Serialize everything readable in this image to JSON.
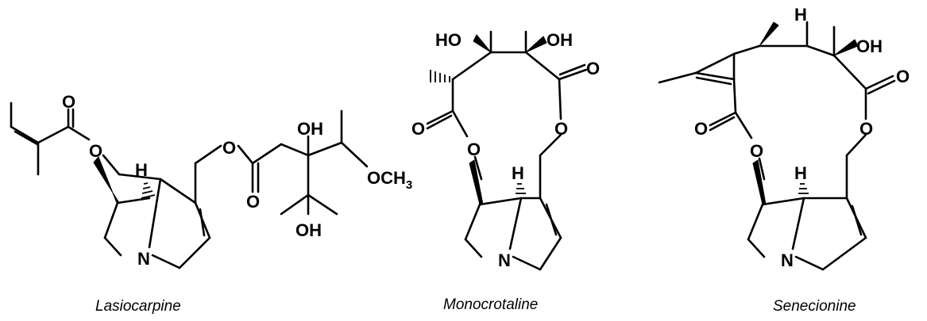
{
  "molecules": [
    {
      "name": "Lasiocarpine",
      "labels": {
        "o_ester": "O",
        "o_carbonyl": "O",
        "h": "H",
        "n": "N",
        "o_ester2": "O",
        "o_carbonyl2": "O",
        "oh_top": "OH",
        "och3": "OCH",
        "och3_sub": "3",
        "oh_bottom": "OH"
      }
    },
    {
      "name": "Monocrotaline",
      "labels": {
        "ho": "HO",
        "oh": "OH",
        "o_right": "O",
        "o_left": "O",
        "o_ring_left": "O",
        "o_ring_right": "O",
        "h": "H",
        "n": "N"
      }
    },
    {
      "name": "Senecionine",
      "labels": {
        "h_top": "H",
        "oh": "OH",
        "o_right": "O",
        "o_left": "O",
        "o_ring_left": "O",
        "o_ring_right": "O",
        "h": "H",
        "n": "N"
      }
    }
  ],
  "colors": {
    "ink": "#000000",
    "background": "#ffffff"
  }
}
